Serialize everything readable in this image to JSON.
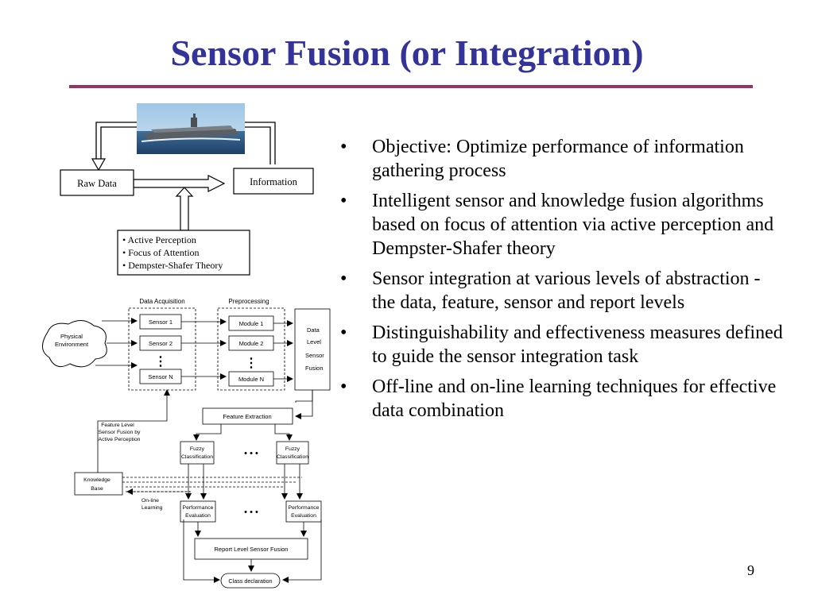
{
  "slide": {
    "title": "Sensor Fusion (or Integration)",
    "page_number": "9"
  },
  "bullets": [
    "Objective: Optimize performance of information gathering process",
    "Intelligent sensor and knowledge fusion algorithms based on focus of attention via active perception and Dempster-Shafer theory",
    "Sensor integration at various levels of abstraction - the data, feature, sensor and report levels",
    "Distinguishability and effectiveness measures defined to guide the sensor integration task",
    "Off-line and on-line learning techniques for effective data combination"
  ],
  "diagram_top": {
    "raw_data": "Raw Data",
    "information": "Information",
    "methods": [
      "• Active Perception",
      "• Focus of Attention",
      "• Dempster-Shafer Theory"
    ]
  },
  "diagram_bottom": {
    "data_acquisition": "Data Acquisition",
    "preprocessing": "Preprocessing",
    "physical": "Physical",
    "environment": "Environment",
    "sensor_1": "Sensor 1",
    "sensor_2": "Sensor 2",
    "sensor_n": "Sensor N",
    "module_1": "Module 1",
    "module_2": "Module 2",
    "module_n": "Module N",
    "dlsf": [
      "Data",
      "Level",
      "Sensor",
      "Fusion"
    ],
    "feature_extraction": "Feature Extraction",
    "flsf": [
      "Feature Level",
      "Sensor Fusion by",
      "Active Perception"
    ],
    "fuzzy": [
      "Fuzzy",
      "Classification"
    ],
    "perf": [
      "Performance",
      "Evaluation"
    ],
    "kb": [
      "Knowledge",
      "Base"
    ],
    "online": [
      "On-line",
      "Learning"
    ],
    "report": "Report Level Sensor Fusion",
    "class_decl": "Class declaration",
    "dots_v": "⋮",
    "dots_h": "• • •"
  }
}
